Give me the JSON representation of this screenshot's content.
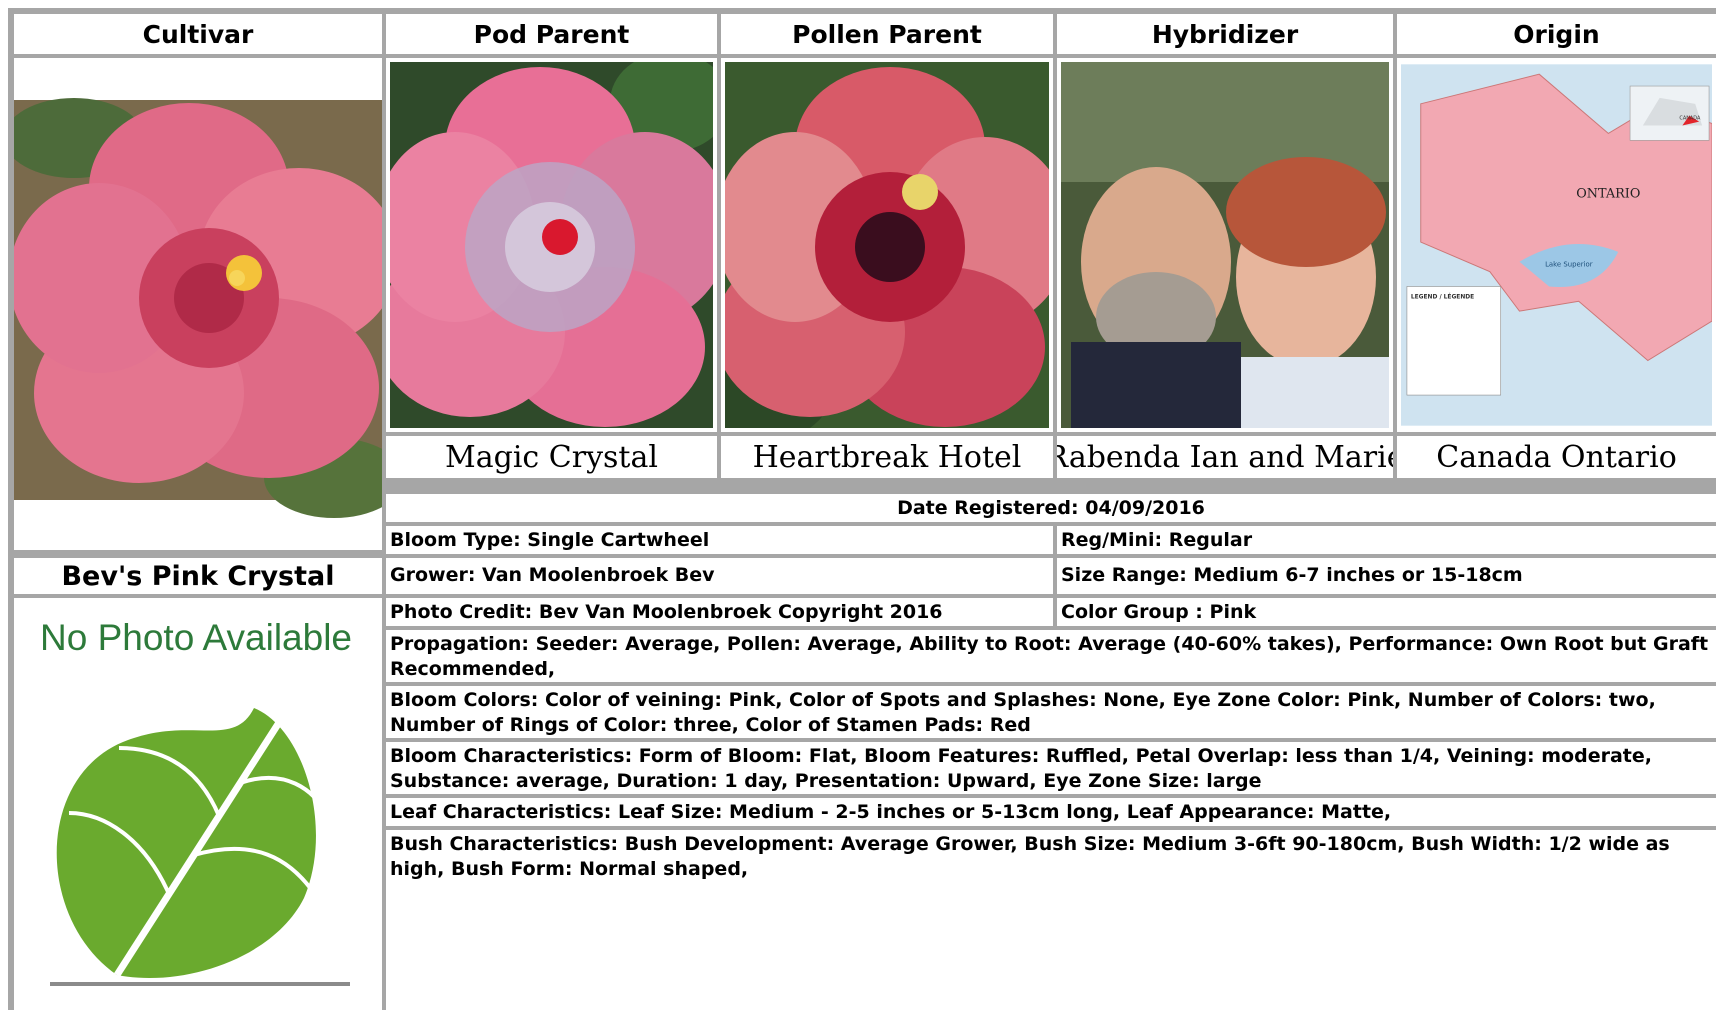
{
  "headers": {
    "cultivar": "Cultivar",
    "pod_parent": "Pod Parent",
    "pollen_parent": "Pollen Parent",
    "hybridizer": "Hybridizer",
    "origin": "Origin"
  },
  "captions": {
    "pod_parent": "Magic Crystal",
    "pollen_parent": "Heartbreak Hotel",
    "hybridizer": "Rabenda Ian and Marie",
    "origin": "Canada Ontario"
  },
  "cultivar_name": "Bev's Pink Crystal",
  "no_photo_text": "No Photo Available",
  "map": {
    "title": "ONTARIO",
    "water_label": "Lake Superior",
    "inset_label": "CANADA",
    "legend_title": "LEGEND / LÉGENDE"
  },
  "details": {
    "date_registered": "Date Registered:  04/09/2016",
    "bloom_type": "Bloom Type: Single Cartwheel",
    "reg_mini": "Reg/Mini: Regular",
    "grower": "Grower: Van Moolenbroek Bev",
    "size_range": "Size Range: Medium 6-7 inches or 15-18cm",
    "photo_credit": "Photo Credit: Bev Van Moolenbroek Copyright 2016",
    "color_group": "Color Group : Pink",
    "propagation": "Propagation: Seeder: Average, Pollen: Average, Ability to Root: Average (40-60% takes), Performance: Own Root but Graft Recommended,",
    "bloom_colors": "Bloom Colors: Color of veining: Pink, Color of Spots and Splashes: None, Eye Zone Color: Pink, Number of Colors: two, Number of Rings of Color: three, Color of Stamen Pads: Red",
    "bloom_characteristics": "Bloom Characteristics: Form of Bloom: Flat, Bloom Features: Ruffled, Petal Overlap: less than 1/4, Veining: moderate, Substance: average, Duration: 1 day, Presentation: Upward, Eye Zone Size: large",
    "leaf_characteristics": "Leaf Characteristics: Leaf Size: Medium - 2-5 inches or 5-13cm long, Leaf Appearance: Matte,",
    "bush_characteristics": "Bush Characteristics: Bush Development: Average Grower, Bush Size: Medium 3-6ft 90-180cm, Bush Width: 1/2 wide as high, Bush Form: Normal shaped,"
  },
  "colors": {
    "border_gray": "#a6a6a6",
    "leaf_green": "#6aaa2e"
  }
}
